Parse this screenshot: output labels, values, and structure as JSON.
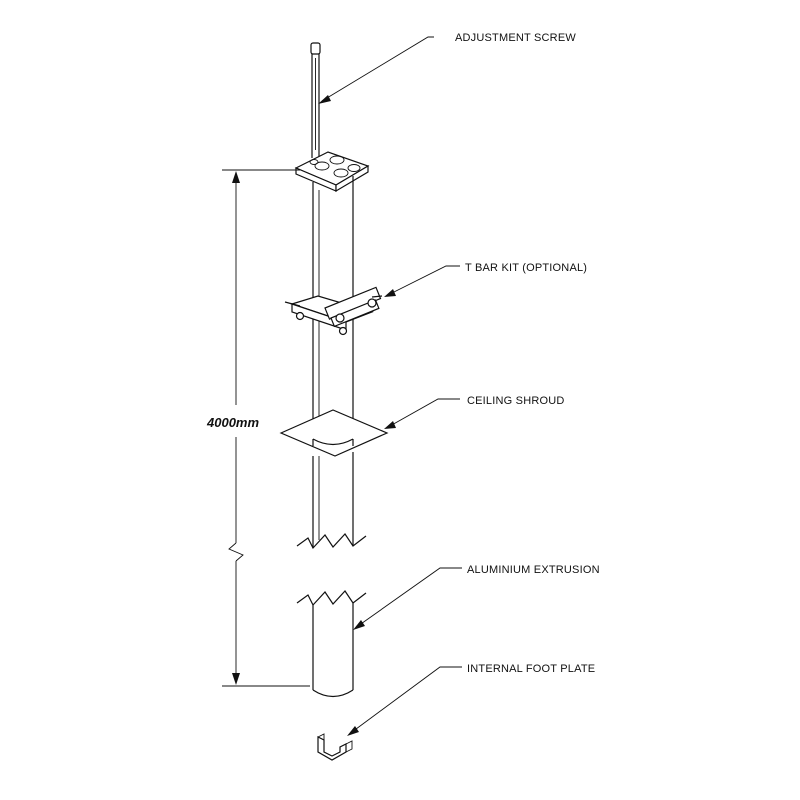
{
  "labels": {
    "adjustment_screw": "ADJUSTMENT SCREW",
    "t_bar_kit": "T BAR KIT (OPTIONAL)",
    "ceiling_shroud": "CEILING SHROUD",
    "aluminium_extrusion": "ALUMINIUM EXTRUSION",
    "internal_foot_plate": "INTERNAL FOOT PLATE"
  },
  "dimension": {
    "length": "4000mm"
  }
}
